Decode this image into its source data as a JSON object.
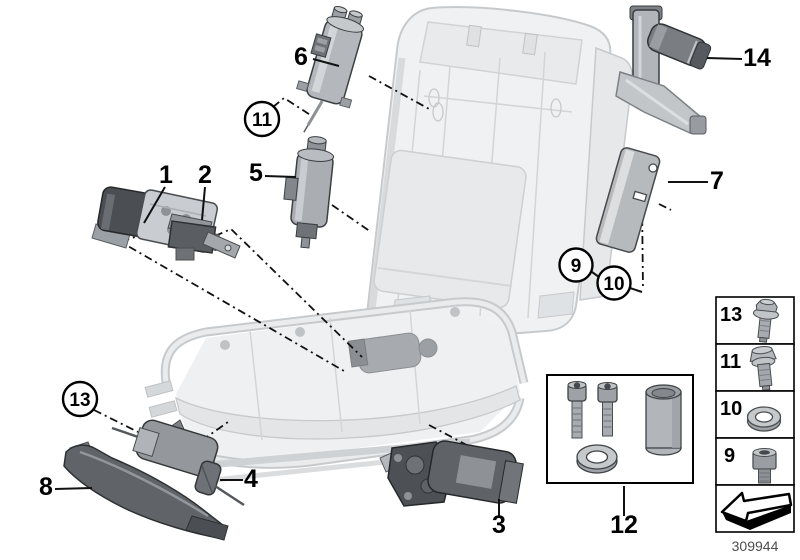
{
  "callouts": {
    "1": "1",
    "2": "2",
    "3": "3",
    "4": "4",
    "5": "5",
    "6": "6",
    "7": "7",
    "8": "8",
    "9": "9",
    "10": "10",
    "11": "11",
    "12": "12",
    "13": "13",
    "14": "14"
  },
  "fastener_panel": {
    "items": [
      {
        "label": "13",
        "icon": "hex-flange-screw-icon"
      },
      {
        "label": "11",
        "icon": "hex-flange-bolt-icon"
      },
      {
        "label": "10",
        "icon": "washer-icon"
      },
      {
        "label": "9",
        "icon": "socket-head-screw-icon"
      }
    ],
    "direction_arrow": "direction-arrow-icon"
  },
  "kit_box": {
    "contents": [
      "socket-head-screw-long-icon",
      "socket-head-screw-short-icon",
      "washer-icon",
      "spacer-sleeve-icon"
    ]
  },
  "footer": {
    "catalog_number": "309944"
  },
  "colors": {
    "background": "#ffffff",
    "callout_text": "#000000",
    "leader_line": "#111111",
    "frame_light": "#eef0f1",
    "frame_stroke": "#c7cacd",
    "part_dark": "#4d5054",
    "part_mid": "#9aa0a5",
    "part_light": "#c6c9cc",
    "catalog_text": "#4d4d4d"
  }
}
